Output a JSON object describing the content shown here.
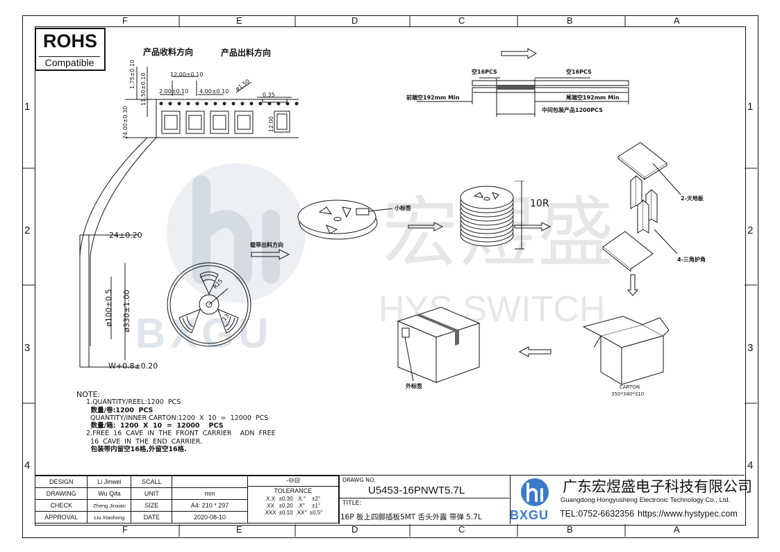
{
  "zones": {
    "top": [
      "F",
      "E",
      "D",
      "C",
      "B",
      "A"
    ],
    "side": [
      "1",
      "2",
      "3",
      "4"
    ]
  },
  "rohs": {
    "title": "ROHS",
    "subtitle": "Compatible"
  },
  "watermark": {
    "cn": "宏煜盛",
    "en": "HYS SWITCH",
    "logo_text": "BXGU"
  },
  "tape": {
    "receive_direction": "产品收料方向",
    "output_direction": "产品出料方向",
    "dims": [
      "1.75±0.10",
      "11.50±0.10",
      "12.00±0.10",
      "2.00±0.10",
      "4.00±0.10",
      "ø1.50",
      "24.00±0.30",
      "0.35",
      "12.00"
    ]
  },
  "leader": {
    "empty_front": "空16PCS",
    "empty_end": "空16PCS",
    "front_empty_len": "前端空192mm Min",
    "end_empty_len": "尾端空192mm Min",
    "middle_products": "中间包装产品1200PCS"
  },
  "reel": {
    "width": "24±0.20",
    "hub": "ø100±0.5",
    "dia": "ø330±1.00",
    "w_tol": "W+0.8±0.20",
    "feed_dir": "载带出料方向",
    "small_label": "小标签",
    "r25": "R25",
    "r13": "13"
  },
  "stack": {
    "count": "10R"
  },
  "packing": {
    "top_bottom": "2-天地板",
    "corner": "4-三角护角",
    "carton": "CARTON",
    "carton_size": "350*340*310",
    "outer_label": "外标签"
  },
  "notes": {
    "title": "NOTE:",
    "lines": [
      "1.QUANTITY/REEL:1200  PCS",
      "  数量/卷:1200  PCS",
      "  QUANTITY/INNER CARTON:1200  X  10  =  12000  PCS",
      "  数量/箱:  1200  X  10  =  12000    PCS",
      "2.FREE  16  CAVE  IN  THE  FRONT  CARRIER    ADN  FREE",
      "  16  CAVE  IN  THE  END  CARRIER.",
      "  包装带内留空16格,外留空16格."
    ]
  },
  "title_block": {
    "design_l": "DESIGN",
    "design_v": "Li Jinwei",
    "drawing_l": "DRAWING",
    "drawing_v": "Wu Qifa",
    "check_l": "CHECK",
    "check_v": "Zheng Jinxian",
    "approval_l": "APPROVAL",
    "approval_v": "Liu Xiaohong",
    "scall_l": "SCALL",
    "scall_v": "",
    "unit_l": "UNIT",
    "unit_v": "mm",
    "size_l": "SIZE",
    "size_v": "A4: 210 * 297",
    "date_l": "DATE",
    "date_v": "2020-08-10",
    "tolerance": "TOLERANCE",
    "tol_rows": [
      [
        ".X.X",
        "±0.30",
        ".X.°",
        "±2°"
      ],
      [
        ".XX",
        "±0.20",
        ".X°",
        "±1°"
      ],
      [
        ".XXX",
        "±0.10",
        ".XX°",
        "±0.5°"
      ]
    ],
    "drawing_no_l": "DRAWG NO.",
    "drawing_no": "U5453-16PNWT5.7L",
    "title_l": "TITLE:",
    "title": "16P 板上四脚插板SMT 舌头外露 带弹 5.7L",
    "company_cn": "广东宏煜盛电子科技有限公司",
    "company_en": "Guangdong Hongyusheng Electronic Technology Co., Ltd.",
    "tel": "TEL:0752-6632356",
    "web": "https://www.hystypec.com",
    "logo_text": "BXGU"
  }
}
